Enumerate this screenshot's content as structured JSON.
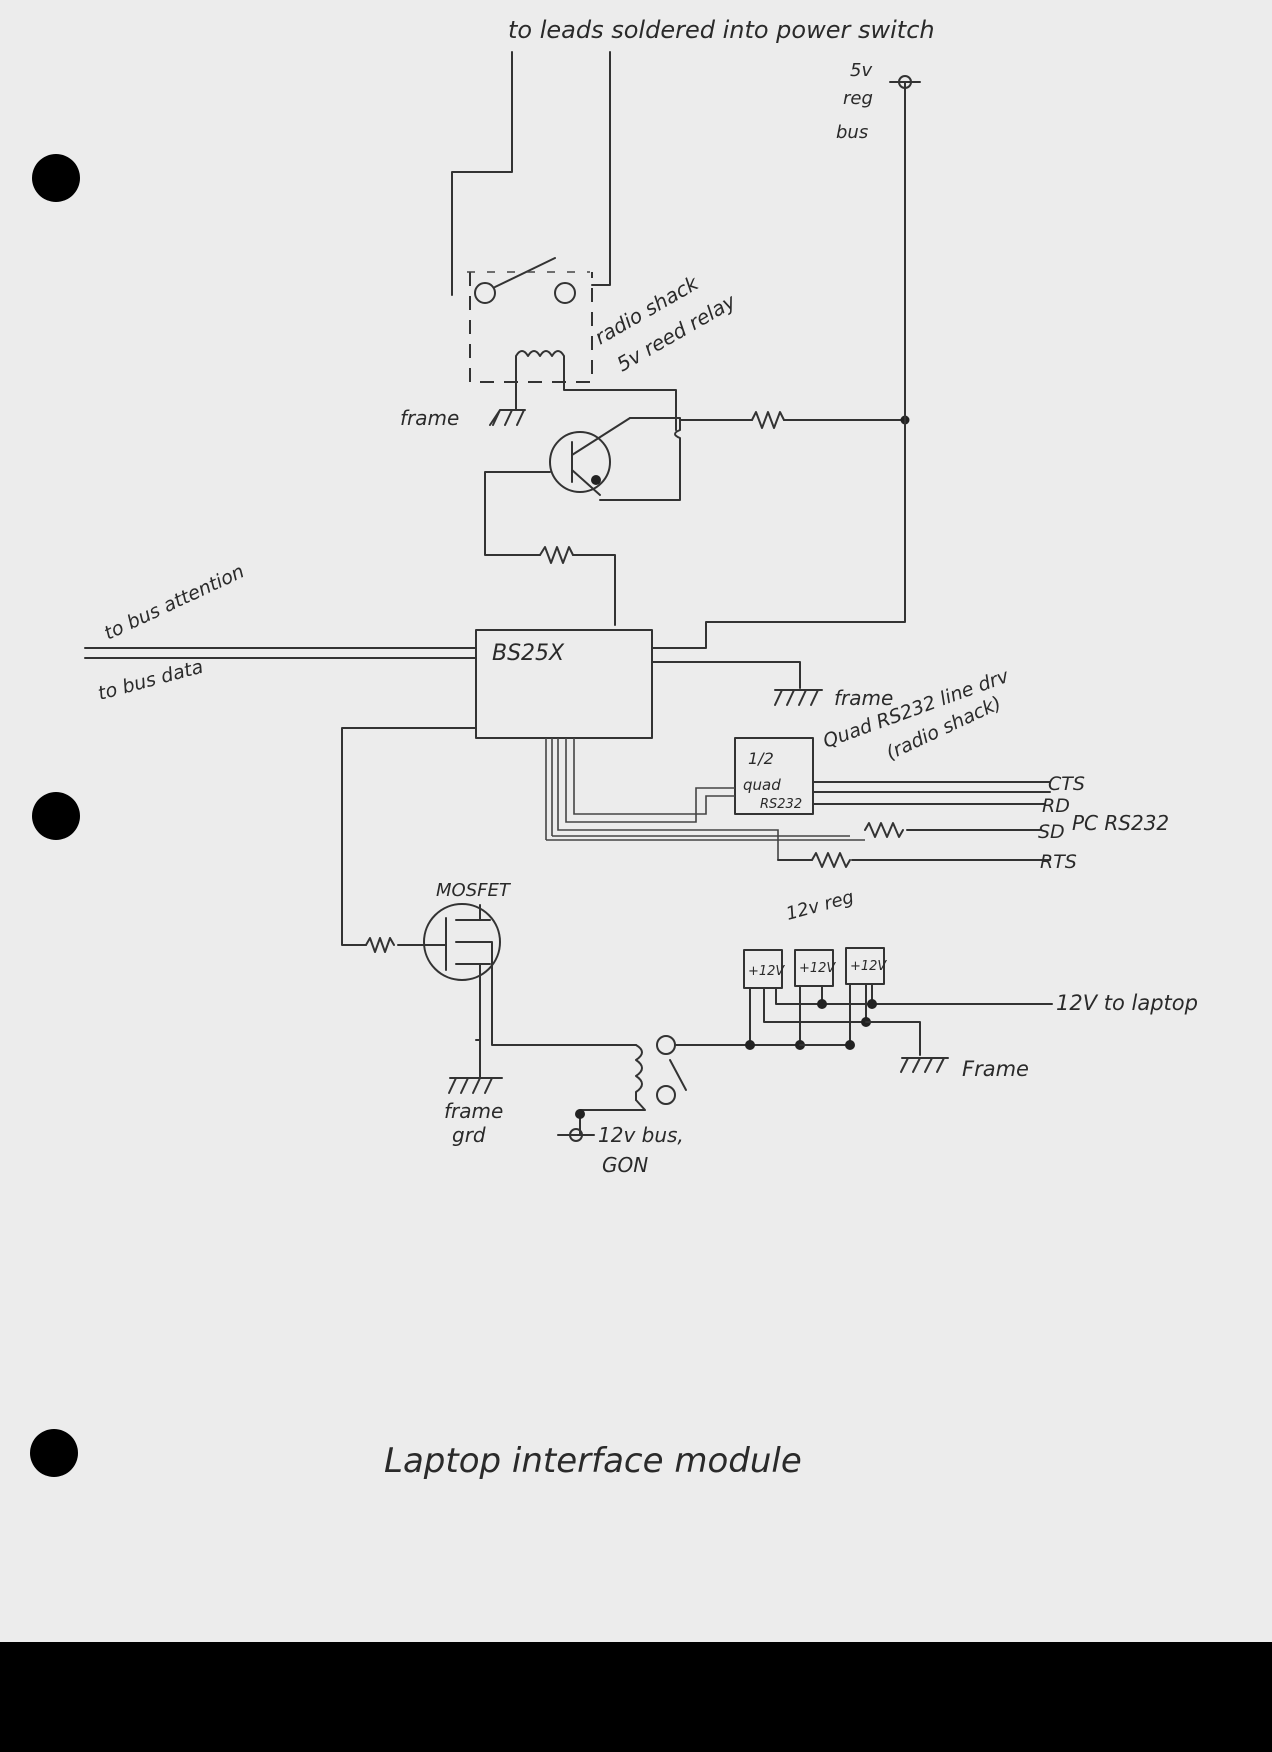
{
  "labels": {
    "top_note": "to leads soldered into power switch",
    "reg5v_a": "5v",
    "reg5v_b": "reg",
    "reg5v_c": "bus",
    "relay_a": "radio shack",
    "relay_b": "5v reed relay",
    "frame_top": "frame",
    "bus_attention": "to bus attention",
    "bus_data": "to bus data",
    "chip": "BS25X",
    "frame_mid": "frame",
    "linedrv_a": "Quad RS232 line drv",
    "linedrv_b": "(radio shack)",
    "quad_a": "1/2",
    "quad_b": "quad",
    "quad_c": "RS232",
    "cts": "CTS",
    "rd": "RD",
    "sd": "SD",
    "rts": "RTS",
    "pc_rs232": "PC RS232",
    "mosfet": "MOSFET",
    "reg12_label": "12v reg",
    "reg12_1": "+12V",
    "reg12_2": "+12V",
    "reg12_3": "+12V",
    "laptop_out": "12V to laptop",
    "frame_right": "Frame",
    "frame_grd_a": "frame",
    "frame_grd_b": "grd",
    "bus12_a": "12v bus,",
    "bus12_b": "GON",
    "caption": "Laptop interface module"
  }
}
